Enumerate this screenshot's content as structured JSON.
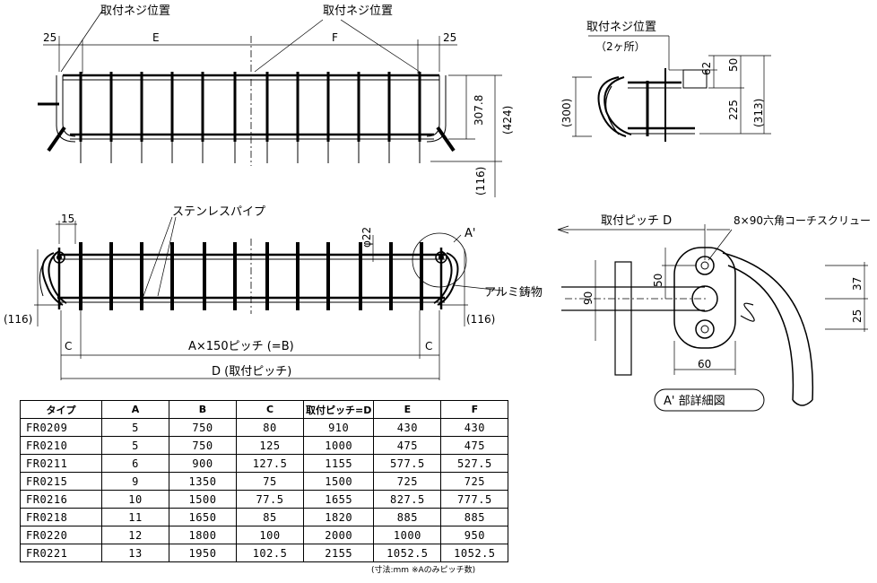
{
  "labels": {
    "top_screw_left": "取付ネジ位置",
    "top_screw_right": "取付ネジ位置",
    "top_dim_25_left": "25",
    "top_dim_E": "E",
    "top_dim_F": "F",
    "top_dim_25_right": "25",
    "top_dim_307": "307.8",
    "top_dim_424": "(424)",
    "top_dim_116": "(116)",
    "side_screw": "取付ネジ位置",
    "side_screw_count": "（2ヶ所）",
    "side_dim_300": "(300)",
    "side_dim_62": "62",
    "side_dim_50": "50",
    "side_dim_225": "225",
    "side_dim_313": "(313)",
    "front_dim_15": "15",
    "front_pipe": "ステンレスパイプ",
    "front_phi22": "φ22",
    "front_detail_mark": "A'",
    "front_alum": "アルミ鋳物",
    "front_dim_116_left": "(116)",
    "front_dim_116_right": "(116)",
    "front_C_left": "C",
    "front_C_right": "C",
    "front_AxB": "A×150ピッチ (=B)",
    "front_D": "D (取付ピッチ)",
    "detail_pitch": "取付ピッチ D",
    "detail_screw": "8×90六角コーチスクリュー",
    "detail_dim_90": "90",
    "detail_dim_50": "50",
    "detail_dim_37": "37",
    "detail_dim_25": "25",
    "detail_dim_60": "60",
    "detail_title": "A' 部詳細図"
  },
  "table": {
    "headers": [
      "タイプ",
      "A",
      "B",
      "C",
      "取付ピッチ=D",
      "E",
      "F"
    ],
    "rows": [
      [
        "FR0209",
        "5",
        "750",
        "80",
        "910",
        "430",
        "430"
      ],
      [
        "FR0210",
        "5",
        "750",
        "125",
        "1000",
        "475",
        "475"
      ],
      [
        "FR0211",
        "6",
        "900",
        "127.5",
        "1155",
        "577.5",
        "527.5"
      ],
      [
        "FR0215",
        "9",
        "1350",
        "75",
        "1500",
        "725",
        "725"
      ],
      [
        "FR0216",
        "10",
        "1500",
        "77.5",
        "1655",
        "827.5",
        "777.5"
      ],
      [
        "FR0218",
        "11",
        "1650",
        "85",
        "1820",
        "885",
        "885"
      ],
      [
        "FR0220",
        "12",
        "1800",
        "100",
        "2000",
        "1000",
        "950"
      ],
      [
        "FR0221",
        "13",
        "1950",
        "102.5",
        "2155",
        "1052.5",
        "1052.5"
      ]
    ],
    "note": "(寸法:mm ※Aのみピッチ数)"
  }
}
